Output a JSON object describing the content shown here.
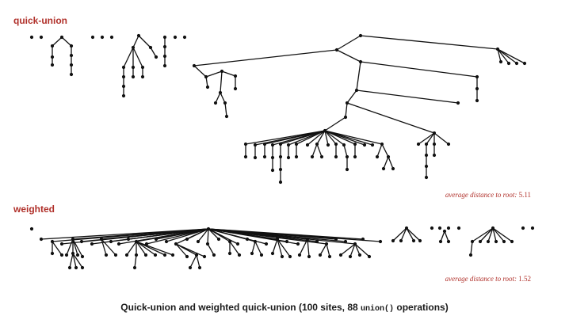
{
  "colors": {
    "heading": "#b0302a",
    "stat": "#b0302a",
    "ink": "#111111",
    "caption": "#1a1a1a"
  },
  "sections": {
    "quick_union": {
      "heading": "quick-union",
      "stat_label": "average distance to root:",
      "stat_value": "5.11"
    },
    "weighted": {
      "heading": "weighted",
      "stat_label": "average distance to root:",
      "stat_value": "1.52"
    }
  },
  "caption": {
    "before": "Quick-union and weighted quick-union (100 sites, 88 ",
    "code": "union()",
    "after": " operations)"
  }
}
